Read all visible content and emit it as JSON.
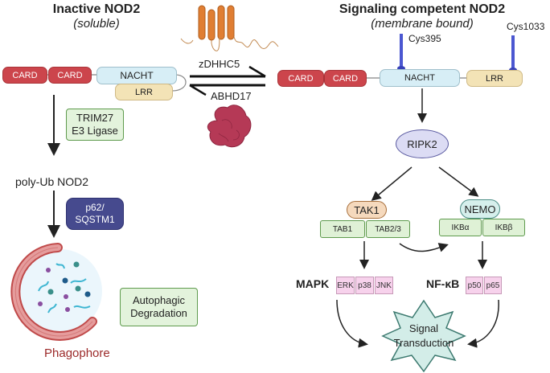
{
  "left": {
    "title": "Inactive NOD2",
    "subtitle": "(soluble)",
    "domains": [
      "CARD",
      "CARD",
      "NACHT",
      "LRR"
    ],
    "trim27": {
      "line1": "TRIM27",
      "line2": "E3 Ligase"
    },
    "polyub": "poly-Ub NOD2",
    "p62": {
      "line1": "p62/",
      "line2": "SQSTM1"
    },
    "autophagic": {
      "line1": "Autophagic",
      "line2": "Degradation"
    },
    "phagophore": "Phagophore"
  },
  "center": {
    "forward_enzyme": "zDHHC5",
    "reverse_enzyme": "ABHD17"
  },
  "right": {
    "title": "Signaling competent NOD2",
    "subtitle": "(membrane bound)",
    "domains": [
      "CARD",
      "CARD",
      "NACHT",
      "LRR"
    ],
    "cys1": "Cys395",
    "cys2": "Cys1033",
    "ripk2": "RIPK2",
    "tak1": "TAK1",
    "tab1": "TAB1",
    "tab23": "TAB2/3",
    "nemo": "NEMO",
    "ikba": "IKBα",
    "ikbb": "IKBβ",
    "mapk": "MAPK",
    "mapk_members": [
      "ERK",
      "p38",
      "JNK"
    ],
    "nfkb": "NF-κB",
    "nfkb_members": [
      "p50",
      "p65"
    ],
    "signal": {
      "line1": "Signal",
      "line2": "Transduction"
    }
  },
  "colors": {
    "card": "#cc454c",
    "nacht": "#d7eef6",
    "lrr": "#f3e3b6",
    "palm": "#4b57d1",
    "phagophore_text": "#9c2a2a",
    "p62": "#464a8e",
    "ripk2": "#dcdcf4",
    "tak1": "#f5d9bd",
    "nemo": "#d6efec",
    "signal_star": "#d3ede8"
  }
}
